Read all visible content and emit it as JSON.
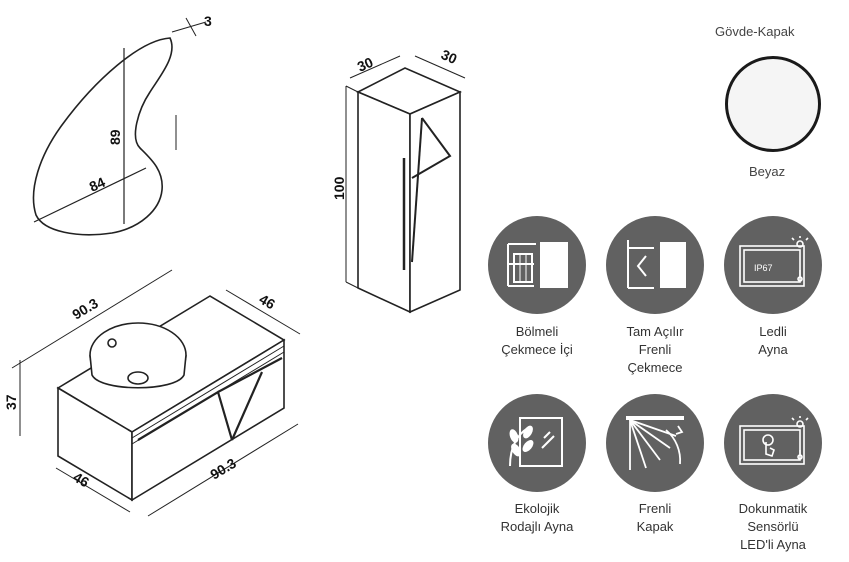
{
  "dimensions": {
    "mirror_depth": "3",
    "mirror_height": "89",
    "mirror_width": "84",
    "tall_width": "30",
    "tall_depth": "30",
    "tall_height": "100",
    "vanity_top_width": "90.3",
    "vanity_top_depth": "46",
    "vanity_height": "37",
    "vanity_bottom_depth": "46",
    "vanity_bottom_width": "90.3"
  },
  "color": {
    "heading": "Gövde-Kapak",
    "name": "Beyaz",
    "swatch_hex": "#f5f5f5"
  },
  "features": [
    {
      "icon": "compartment-drawer-icon",
      "line1": "Bölmeli",
      "line2": "Çekmece İçi",
      "line3": ""
    },
    {
      "icon": "full-extension-drawer-icon",
      "line1": "Tam Açılır",
      "line2": "Frenli",
      "line3": "Çekmece"
    },
    {
      "icon": "led-mirror-icon",
      "line1": "Ledli",
      "line2": "Ayna",
      "line3": "",
      "badge": "IP67"
    },
    {
      "icon": "eco-mirror-icon",
      "line1": "Ekolojik",
      "line2": "Rodajlı Ayna",
      "line3": ""
    },
    {
      "icon": "soft-close-door-icon",
      "line1": "Frenli",
      "line2": "Kapak",
      "line3": ""
    },
    {
      "icon": "touch-sensor-icon",
      "line1": "Dokunmatik",
      "line2": "Sensörlü",
      "line3": "LED'li Ayna"
    }
  ]
}
